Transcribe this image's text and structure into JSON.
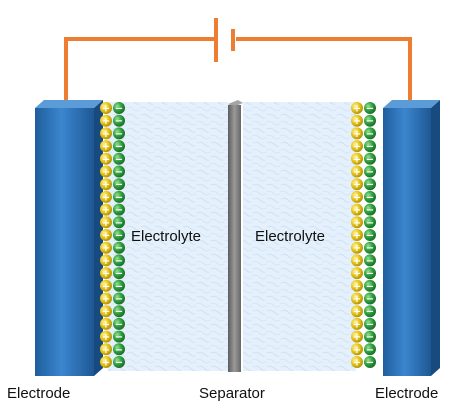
{
  "labels": {
    "electrode_left": "Electrode",
    "electrode_right": "Electrode",
    "separator": "Separator",
    "electrolyte_left": "Electrolyte",
    "electrolyte_right": "Electrolyte"
  },
  "ions": {
    "positive_symbol": "+",
    "negative_symbol": "−",
    "count_per_column": 21
  },
  "colors": {
    "wire": "#ed7d31",
    "electrode": "#2e6fb1",
    "electrolyte": "#e3f0fb",
    "separator": "#7a7a7a",
    "positive_ion": "#e6c21b",
    "negative_ion": "#2e9e3e"
  }
}
